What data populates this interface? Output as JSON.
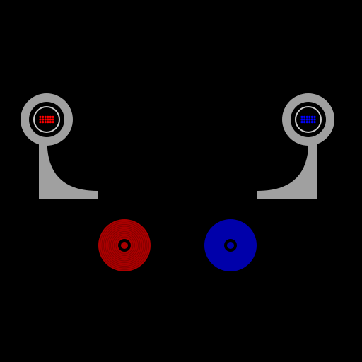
{
  "scene": {
    "background_color": "#000000",
    "frame_color": "#a0a0a0",
    "lens_ring_color": "#c8c8c8",
    "red_color": "#ff0000",
    "blue_color": "#0000ff",
    "red_disc_color": "#aa0000",
    "blue_disc_color": "#0000aa",
    "hub_color": "#000000"
  },
  "stands": [
    {
      "side": "left",
      "indicator_icon": "red-led-grid-icon",
      "indicator_color": "#ff0000"
    },
    {
      "side": "right",
      "indicator_icon": "blue-led-grid-icon",
      "indicator_color": "#0000ff"
    }
  ],
  "discs": [
    {
      "id": "red-disc",
      "color": "#aa0000"
    },
    {
      "id": "blue-disc",
      "color": "#0000aa"
    }
  ]
}
